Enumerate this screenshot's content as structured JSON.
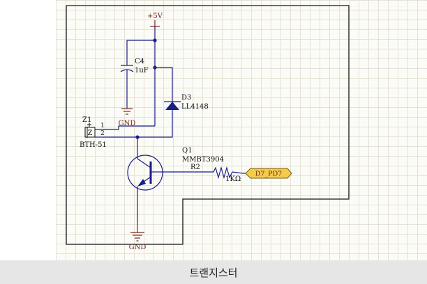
{
  "schematic": {
    "power_supply": "+5V",
    "ground_labels": [
      "GND",
      "GND"
    ],
    "components": {
      "c4": {
        "designator": "C4",
        "value": "1uF"
      },
      "d3": {
        "designator": "D3",
        "value": "LL4148"
      },
      "z1": {
        "designator": "Z1",
        "value": "BTH-51",
        "body_letter": "Z",
        "pins": [
          "1",
          "2"
        ]
      },
      "q1": {
        "designator": "Q1",
        "value": "MMBT3904"
      },
      "r2": {
        "designator": "R2",
        "value": "1KΩ"
      }
    },
    "net_label": "D7_PD7"
  },
  "caption": "트랜지스터",
  "colors": {
    "wire": "#1a1f86",
    "power_symbol": "#7a2a1e",
    "net_label_fill": "#f2cc4a",
    "grid": "#e7e1d2"
  }
}
